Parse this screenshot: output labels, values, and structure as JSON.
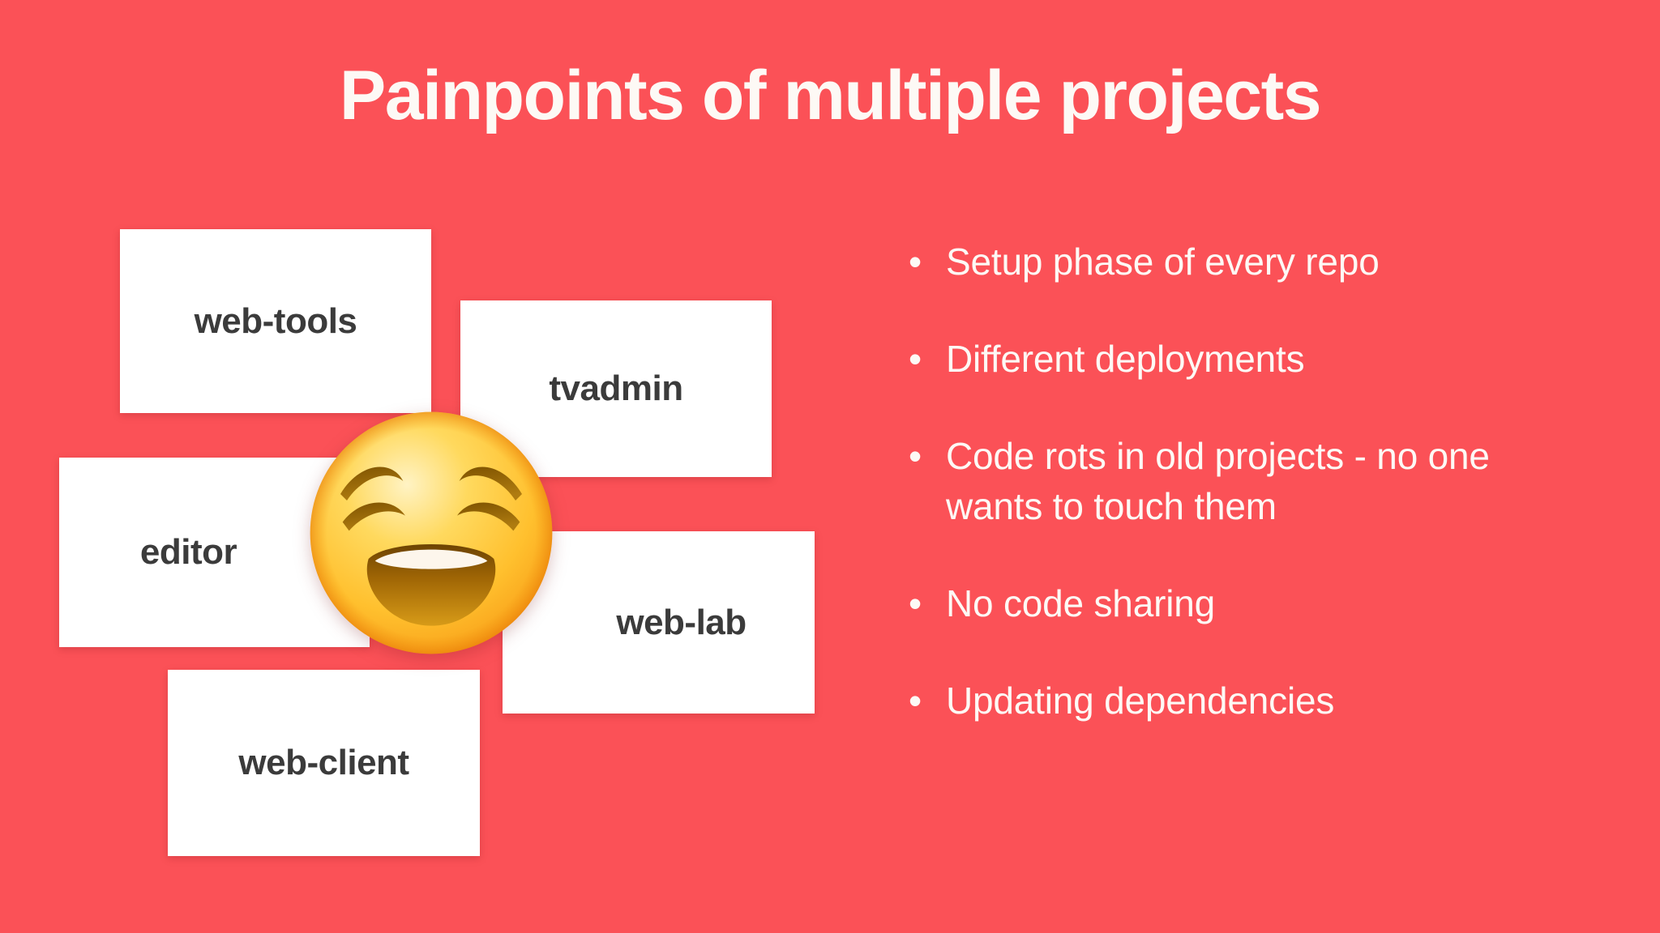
{
  "slide": {
    "title": "Painpoints of multiple projects",
    "background_color": "#fb5157",
    "text_color": "#fdf9f5",
    "card_background": "#ffffff",
    "card_text_color": "#3b3b3b"
  },
  "projects": [
    {
      "name": "web-tools"
    },
    {
      "name": "tvadmin"
    },
    {
      "name": "editor"
    },
    {
      "name": "web-lab"
    },
    {
      "name": "web-client"
    }
  ],
  "emoji": {
    "name": "weary-face",
    "glyph": "😩",
    "face_color": "#ffc83d",
    "feature_color": "#8a5a00"
  },
  "painpoints": {
    "bullet_glyph": "•",
    "items": [
      {
        "text": "Setup phase of every repo"
      },
      {
        "text": "Different deployments"
      },
      {
        "text": "Code rots in old projects - no one wants to touch them"
      },
      {
        "text": "No code sharing"
      },
      {
        "text": "Updating dependencies"
      }
    ]
  }
}
